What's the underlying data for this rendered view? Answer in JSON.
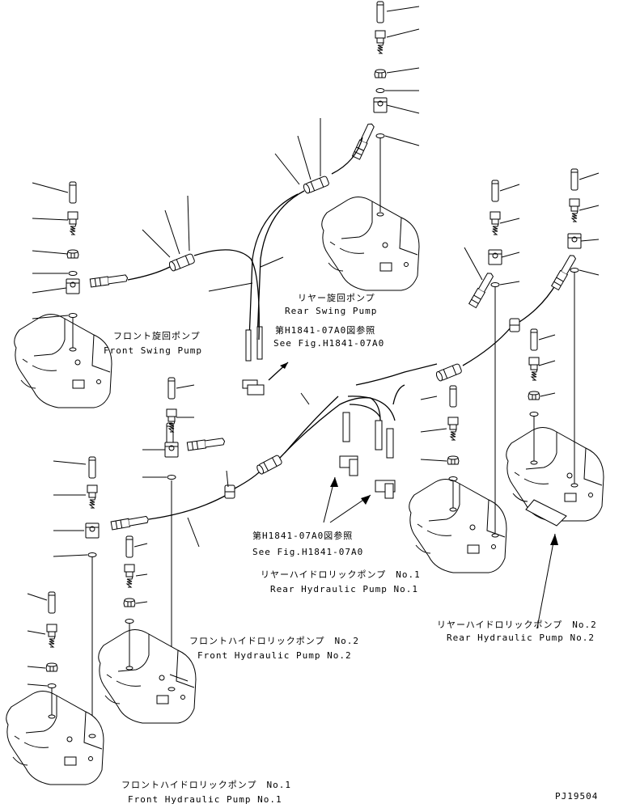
{
  "labels": {
    "rear_swing_jp": "リヤー旋回ポンプ",
    "rear_swing_en": "Rear Swing Pump",
    "front_swing_jp": "フロント旋回ポンプ",
    "front_swing_en": "Front Swing Pump",
    "see_fig_top_jp": "第H1841-07A0図参照",
    "see_fig_top_en": "See Fig.H1841-07A0",
    "see_fig_mid_jp": "第H1841-07A0図参照",
    "see_fig_mid_en": "See Fig.H1841-07A0",
    "rear_hyd1_jp": "リヤーハイドロリックポンプ　No.1",
    "rear_hyd1_en": "Rear Hydraulic Pump No.1",
    "rear_hyd2_jp": "リヤーハイドロリックポンプ　No.2",
    "rear_hyd2_en": "Rear Hydraulic Pump No.2",
    "front_hyd2_jp": "フロントハイドロリックポンプ　No.2",
    "front_hyd2_en": "Front Hydraulic Pump No.2",
    "front_hyd1_jp": "フロントハイドロリックポンプ　No.1",
    "front_hyd1_en": "Front Hydraulic Pump No.1",
    "drawing_code": "PJ19504"
  },
  "colors": {
    "ink": "#000000",
    "paper": "#ffffff"
  }
}
